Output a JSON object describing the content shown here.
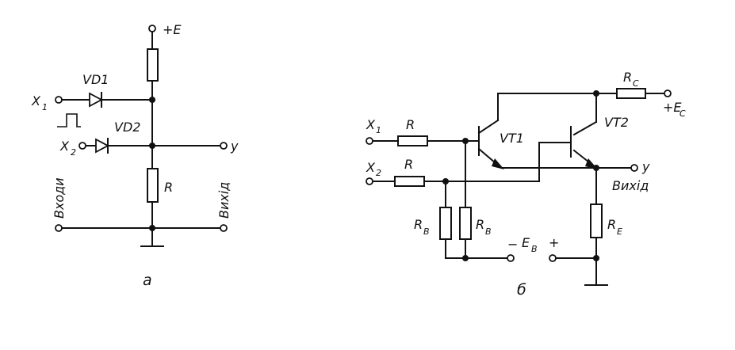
{
  "circuit_a": {
    "supply_label": "+E",
    "input1_label": "X",
    "input1_sub": "1",
    "input2_label": "X",
    "input2_sub": "2",
    "diode1_label": "VD1",
    "diode2_label": "VD2",
    "resistor_label": "R",
    "output_label": "y",
    "inputs_caption": "Входи",
    "output_caption": "Вихід",
    "figure_label": "а"
  },
  "circuit_b": {
    "input1_label": "X",
    "input1_sub": "1",
    "input2_label": "X",
    "input2_sub": "2",
    "r1_label": "R",
    "r2_label": "R",
    "rb1_label": "R",
    "rb1_sub": "B",
    "rb2_label": "R",
    "rb2_sub": "B",
    "rc_label": "R",
    "rc_sub": "C",
    "re_label": "R",
    "re_sub": "E",
    "vt1_label": "VT1",
    "vt2_label": "VT2",
    "supply_label": "+E",
    "supply_sub": "C",
    "bias_minus": "−",
    "bias_label": "E",
    "bias_sub": "B",
    "bias_plus": "+",
    "output_label": "y",
    "output_caption": "Вихід",
    "figure_label": "б"
  }
}
